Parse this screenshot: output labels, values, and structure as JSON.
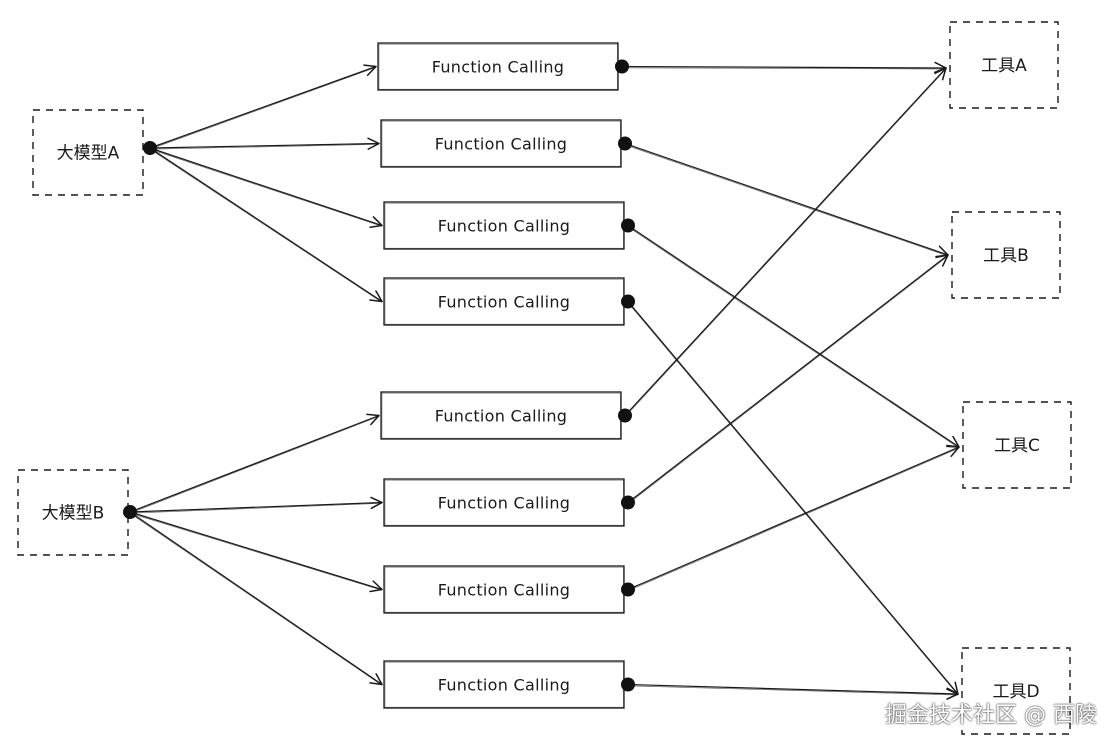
{
  "models": [
    {
      "id": "A",
      "label": "大模型A"
    },
    {
      "id": "B",
      "label": "大模型B"
    }
  ],
  "function_calls": [
    {
      "label": "Function Calling",
      "model": "A",
      "tool": "A"
    },
    {
      "label": "Function Calling",
      "model": "A",
      "tool": "B"
    },
    {
      "label": "Function Calling",
      "model": "A",
      "tool": "C"
    },
    {
      "label": "Function Calling",
      "model": "A",
      "tool": "D"
    },
    {
      "label": "Function Calling",
      "model": "B",
      "tool": "A"
    },
    {
      "label": "Function Calling",
      "model": "B",
      "tool": "B"
    },
    {
      "label": "Function Calling",
      "model": "B",
      "tool": "C"
    },
    {
      "label": "Function Calling",
      "model": "B",
      "tool": "D"
    }
  ],
  "tools": [
    {
      "id": "A",
      "label": "工具A"
    },
    {
      "id": "B",
      "label": "工具B"
    },
    {
      "id": "C",
      "label": "工具C"
    },
    {
      "id": "D",
      "label": "工具D"
    }
  ],
  "watermark": "掘金技术社区 @ 西陵"
}
